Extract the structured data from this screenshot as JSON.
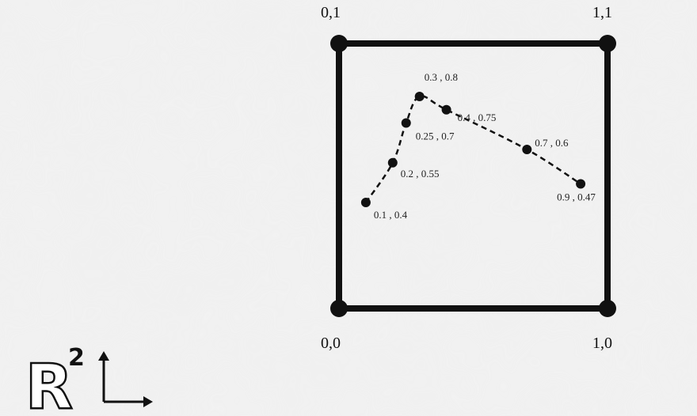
{
  "corner_labels": {
    "top_left": "0,1",
    "top_right": "1,1",
    "bottom_left": "0,0",
    "bottom_right": "1,0"
  },
  "space_symbol": {
    "letter": "R",
    "exponent": "2"
  },
  "colors": {
    "background": "#efefef",
    "ink": "#111111"
  },
  "chart_data": {
    "type": "line",
    "xlim": [
      0,
      1
    ],
    "ylim": [
      0,
      1
    ],
    "points": [
      {
        "x": 0.1,
        "y": 0.4,
        "label": "0.1 , 0.4"
      },
      {
        "x": 0.2,
        "y": 0.55,
        "label": "0.2 , 0.55"
      },
      {
        "x": 0.25,
        "y": 0.7,
        "label": "0.25 , 0.7"
      },
      {
        "x": 0.3,
        "y": 0.8,
        "label": "0.3 , 0.8"
      },
      {
        "x": 0.4,
        "y": 0.75,
        "label": "0.4 , 0.75"
      },
      {
        "x": 0.7,
        "y": 0.6,
        "label": "0.7 , 0.6"
      },
      {
        "x": 0.9,
        "y": 0.47,
        "label": "0.9 , 0.47"
      }
    ]
  }
}
